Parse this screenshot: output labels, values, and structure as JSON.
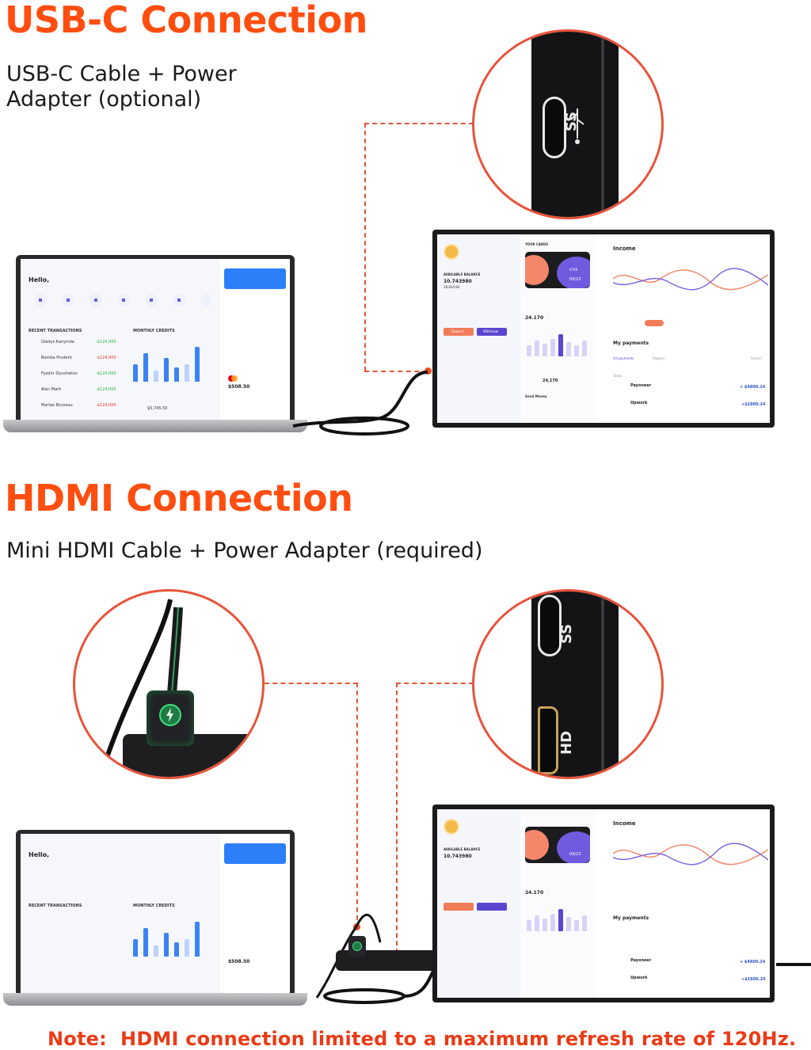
{
  "colors": {
    "accent": "#ff4e10",
    "accent_dark": "#ea3b16",
    "dash": "#e8533a"
  },
  "usbc": {
    "title": "USB-C Connection",
    "subtitle_line1": "USB-C Cable + Power",
    "subtitle_line2": "Adapter (optional)",
    "port_label": "SS"
  },
  "hdmi": {
    "title": "HDMI Connection",
    "subtitle": "Mini HDMI Cable + Power Adapter (required)",
    "port_label_ss": "SS",
    "port_label_hd": "HD"
  },
  "note": "Note:  HDMI connection limited to a maximum refresh rate of 120Hz.",
  "laptop_screen": {
    "greeting": "Hello,",
    "recent": "RECENT TRANSACTIONS",
    "monthly": "MONTHLY CREDITS",
    "card_amount": "$508.50",
    "amount2": "$5,745.50",
    "rows": [
      "Gladys Kanyinda",
      "Bamba Prudent",
      "Fyodor Dyushekov",
      "Alan Marti",
      "Marlee Bruneau"
    ],
    "values": [
      "-$124,000",
      "-$124,000",
      "-$124,000",
      "-$124,000",
      "-$124,000"
    ]
  },
  "monitor_screen": {
    "available": "AVAILABLE BALANCE",
    "balance": "10.743980",
    "balance_sub": "18,834.84",
    "your_cards": "YOUR CARDS",
    "card_num": "6769",
    "card_exp": "09/23",
    "stat": "24.170",
    "stat2": "24,170",
    "income": "Income",
    "my_payments": "My payments",
    "all_payments": "All payments",
    "regular": "Regular",
    "search": "Search",
    "today": "Today",
    "payoneer": "Payoneer",
    "payoneer_amount": "+ $4800.24",
    "upwork": "Upwork",
    "upwork_amount": "+$1800.24",
    "deposit": "Deposit",
    "withdraw": "Withdraw",
    "send_money": "Send Money"
  }
}
